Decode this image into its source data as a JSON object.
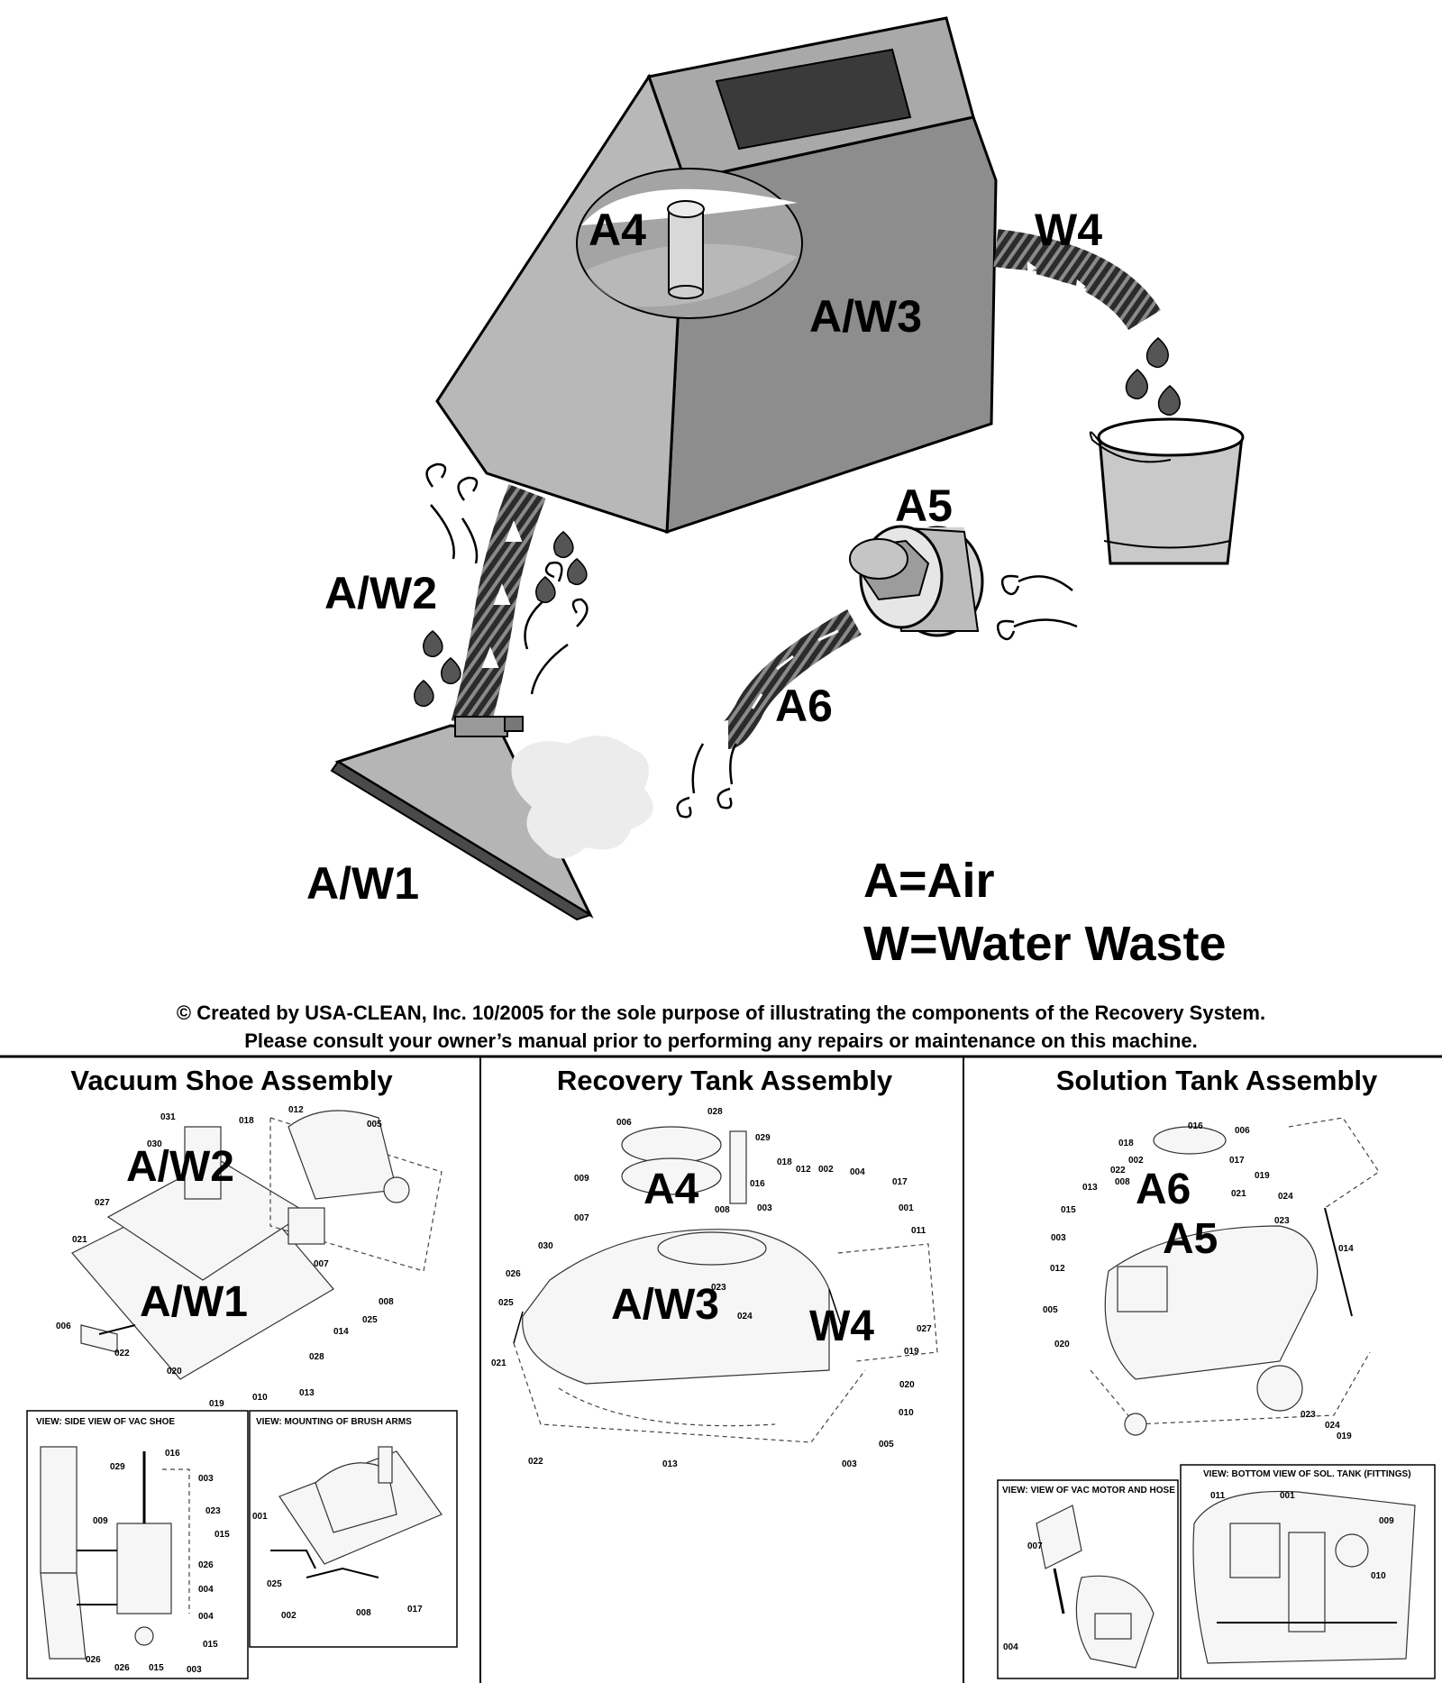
{
  "diagram": {
    "labels": {
      "a4": "A4",
      "aw3": "A/W3",
      "w4": "W4",
      "a5": "A5",
      "aw2": "A/W2",
      "a6": "A6",
      "aw1": "A/W1"
    },
    "legend": {
      "air": "A=Air",
      "water": "W=Water Waste"
    },
    "caption": {
      "line1": "© Created by USA-CLEAN, Inc. 10/2005 for the sole purpose of illustrating the components of the Recovery System.",
      "line2": "Please consult your owner’s manual prior to performing any repairs or maintenance on this machine."
    }
  },
  "panels": {
    "vacuum_shoe": {
      "title": "Vacuum Shoe Assembly",
      "overlay": [
        "A/W2",
        "A/W1"
      ],
      "callouts": [
        "031",
        "030",
        "018",
        "012",
        "005",
        "027",
        "021",
        "006",
        "022",
        "020",
        "019",
        "010",
        "013",
        "028",
        "014",
        "025",
        "008",
        "007"
      ],
      "view1": {
        "title": "VIEW: SIDE VIEW OF VAC SHOE",
        "callouts": [
          "029",
          "016",
          "003",
          "009",
          "023",
          "015",
          "026",
          "004",
          "004",
          "015",
          "026",
          "026",
          "015",
          "003"
        ]
      },
      "view2": {
        "title": "VIEW: MOUNTING OF BRUSH ARMS",
        "callouts": [
          "001",
          "025",
          "002",
          "008",
          "017"
        ]
      }
    },
    "recovery_tank": {
      "title": "Recovery Tank Assembly",
      "overlay": [
        "A4",
        "A/W3",
        "W4"
      ],
      "callouts": [
        "028",
        "006",
        "029",
        "009",
        "007",
        "018",
        "012",
        "002",
        "004",
        "016",
        "008",
        "003",
        "017",
        "001",
        "011",
        "030",
        "026",
        "025",
        "021",
        "023",
        "024",
        "027",
        "019",
        "020",
        "010",
        "005",
        "003",
        "013",
        "022"
      ]
    },
    "solution_tank": {
      "title": "Solution Tank Assembly",
      "overlay": [
        "A6",
        "A5"
      ],
      "callouts": [
        "016",
        "006",
        "018",
        "002",
        "022",
        "008",
        "017",
        "019",
        "013",
        "021",
        "024",
        "015",
        "023",
        "003",
        "014",
        "012",
        "005",
        "020",
        "023",
        "024",
        "019"
      ],
      "view1": {
        "title": "VIEW: VIEW OF VAC MOTOR AND HOSE",
        "callouts": [
          "007",
          "004"
        ]
      },
      "view2": {
        "title": "VIEW: BOTTOM VIEW OF SOL. TANK (FITTINGS)",
        "callouts": [
          "011",
          "001",
          "009",
          "010"
        ]
      }
    }
  }
}
